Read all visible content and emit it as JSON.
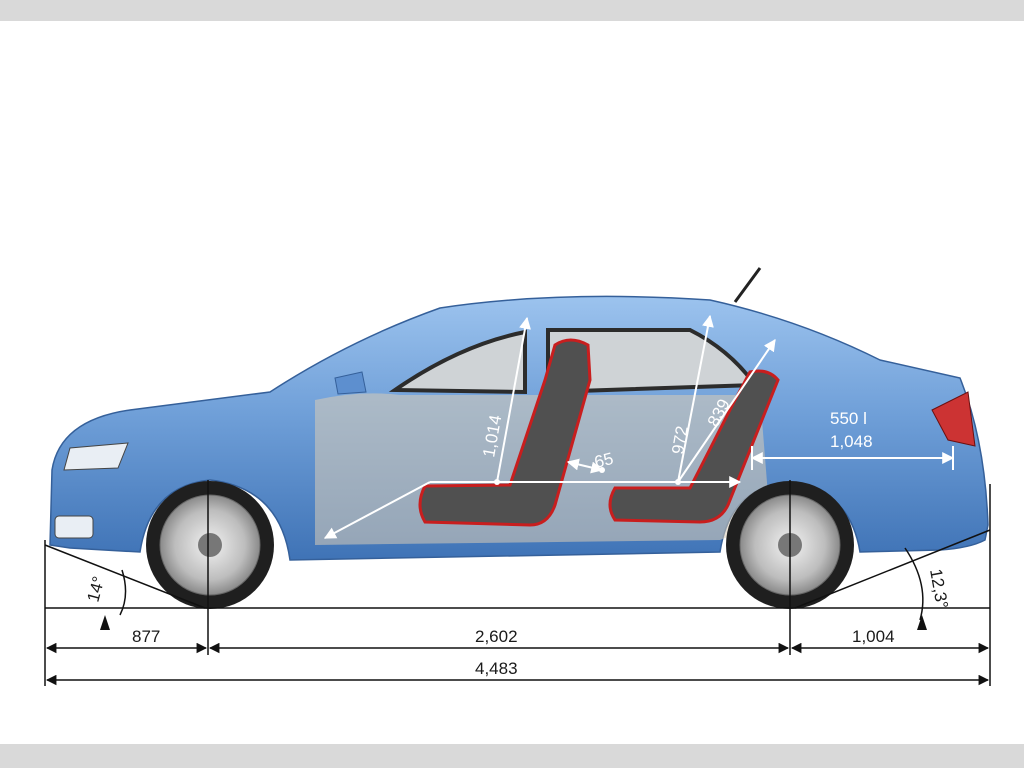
{
  "diagram": {
    "interior": {
      "front_headroom": "1,014",
      "rear_headroom": "972",
      "rear_seat_height": "839",
      "knee_room": "65"
    },
    "trunk": {
      "volume": "550 l",
      "length": "1,048"
    },
    "angles": {
      "approach": "14°",
      "departure": "12,3°"
    },
    "lengths": {
      "front_overhang": "877",
      "wheelbase": "2,602",
      "rear_overhang": "1,004",
      "total": "4,483"
    },
    "colors": {
      "body": "#6f9fd8",
      "body_dark": "#3f73b6",
      "glass": "#cfd3d6",
      "seat": "#505050",
      "seat_outline": "#c81e1e",
      "band": "#d9d9d9"
    }
  }
}
